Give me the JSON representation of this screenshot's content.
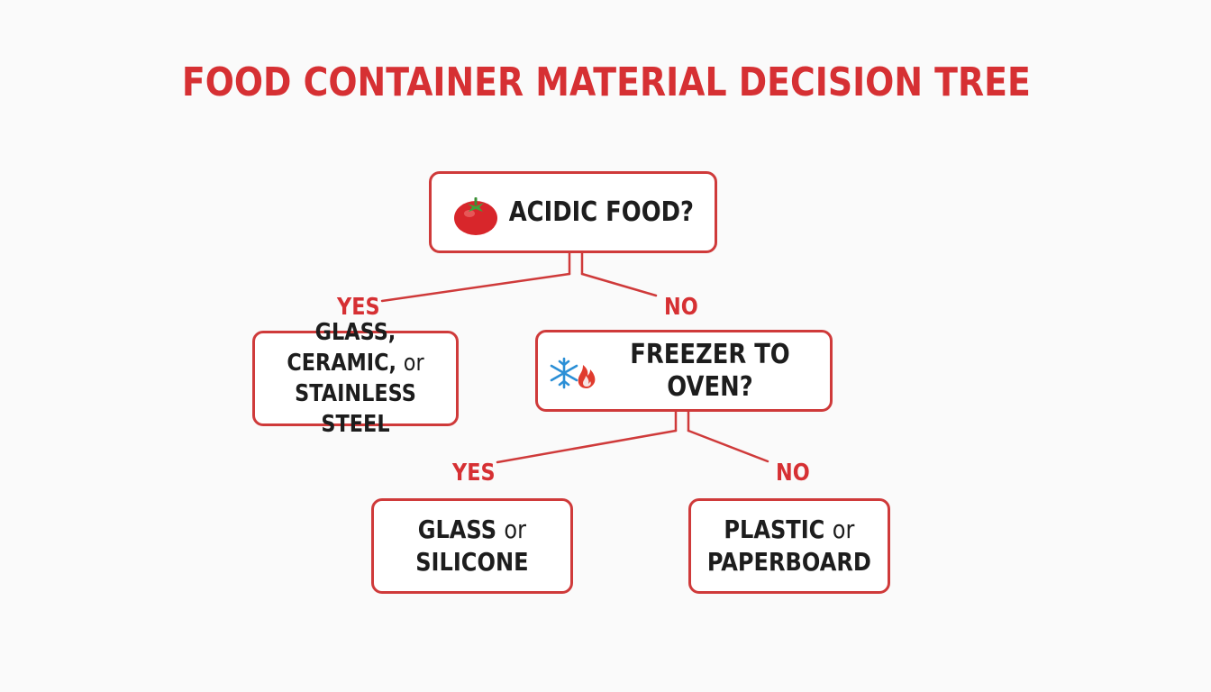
{
  "title": "FOOD CONTAINER MATERIAL DECISION TREE",
  "colors": {
    "accent": "#d63033",
    "border": "#cf3a3a",
    "text": "#1d1d1d",
    "background": "#fafafa"
  },
  "nodes": {
    "acidic": {
      "icon": "tomato-icon",
      "label": "ACIDIC FOOD?"
    },
    "glass_ceramic": {
      "line1": "GLASS, CERAMIC, ",
      "line1_tail": "or",
      "line2": "STAINLESS STEEL"
    },
    "freezer": {
      "icon": "snowflake-flame-icon",
      "label": "FREEZER TO OVEN?"
    },
    "glass_silicone": {
      "line1": "GLASS ",
      "line1_tail": "or",
      "line2": "SILICONE"
    },
    "plastic": {
      "line1": "PLASTIC ",
      "line1_tail": "or",
      "line2": "PAPERBOARD"
    }
  },
  "branches": {
    "acidic_yes": "YES",
    "acidic_no": "NO",
    "freezer_yes": "YES",
    "freezer_no": "NO"
  }
}
